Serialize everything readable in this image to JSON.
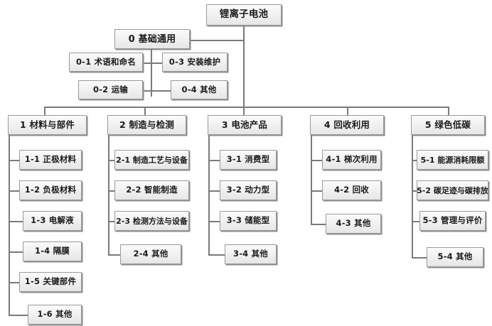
{
  "diagram": {
    "title": "锂离子电池",
    "root": {
      "label": "锂离子电池"
    },
    "general": {
      "label": "0 基础通用",
      "children": [
        {
          "label": "0-1 术语和命名"
        },
        {
          "label": "0-3 安装维护"
        },
        {
          "label": "0-2 运输"
        },
        {
          "label": "0-4 其他"
        }
      ]
    },
    "columns": [
      {
        "label": "1 材料与部件",
        "children": [
          {
            "label": "1-1 正极材料"
          },
          {
            "label": "1-2 负极材料"
          },
          {
            "label": "1-3 电解液"
          },
          {
            "label": "1-4 隔膜"
          },
          {
            "label": "1-5 关键部件"
          },
          {
            "label": "1-6 其他"
          }
        ]
      },
      {
        "label": "2 制造与检测",
        "children": [
          {
            "label": "2-1 制造工艺与设备"
          },
          {
            "label": "2-2 智能制造"
          },
          {
            "label": "2-3 检测方法与设备"
          },
          {
            "label": "2-4 其他"
          }
        ]
      },
      {
        "label": "3 电池产品",
        "children": [
          {
            "label": "3-1 消费型"
          },
          {
            "label": "3-2 动力型"
          },
          {
            "label": "3-3 储能型"
          },
          {
            "label": "3-4 其他"
          }
        ]
      },
      {
        "label": "4 回收利用",
        "children": [
          {
            "label": "4-1 梯次利用"
          },
          {
            "label": "4-2 回收"
          },
          {
            "label": "4-3 其他"
          }
        ]
      },
      {
        "label": "5 绿色低碳",
        "children": [
          {
            "label": "5-1 能源消耗限额"
          },
          {
            "label": "5-2 碳足迹与碳排放"
          },
          {
            "label": "5-3 管理与评价"
          },
          {
            "label": "5-4 其他"
          }
        ]
      }
    ]
  },
  "colors": {
    "background": "#ffffff",
    "box_border": "#9a9a9a",
    "box_fill_top": "#fbfbfb",
    "box_fill_bottom": "#e6e6e6",
    "connector": "#7a7a7a",
    "text": "#1a1a1a"
  }
}
